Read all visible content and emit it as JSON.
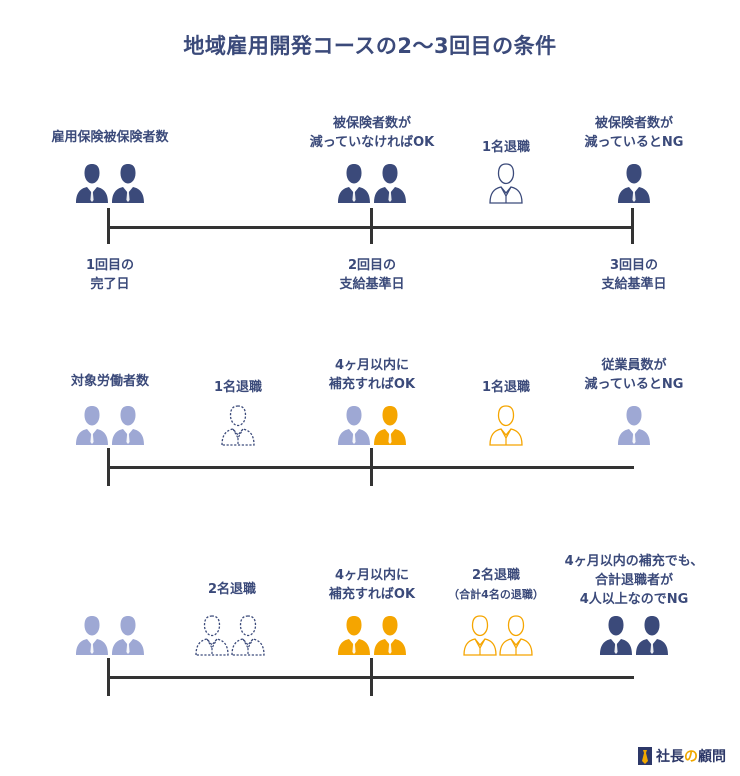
{
  "title": "地域雇用開発コースの2〜3回目の条件",
  "colors": {
    "navy": "#3b4a7a",
    "light": "#9ea8d4",
    "orange": "#f5a500",
    "line": "#333333"
  },
  "row1": {
    "labels": [
      {
        "lines": [
          "雇用保険被保険者数"
        ]
      },
      {
        "lines": [
          "被保険者数が",
          "減っていなければOK"
        ]
      },
      {
        "lines": [
          "1名退職"
        ]
      },
      {
        "lines": [
          "被保険者数が",
          "減っているとNG"
        ]
      }
    ],
    "bottom_labels": [
      {
        "lines": [
          "1回目の",
          "完了日"
        ]
      },
      {
        "lines": [
          "2回目の",
          "支給基準日"
        ]
      },
      {
        "lines": [
          "3回目の",
          "支給基準日"
        ]
      }
    ]
  },
  "row2": {
    "labels": [
      {
        "lines": [
          "対象労働者数"
        ]
      },
      {
        "lines": [
          "1名退職"
        ]
      },
      {
        "lines": [
          "4ヶ月以内に",
          "補充すればOK"
        ]
      },
      {
        "lines": [
          "1名退職"
        ]
      },
      {
        "lines": [
          "従業員数が",
          "減っているとNG"
        ]
      }
    ]
  },
  "row3": {
    "labels": [
      {
        "lines": [
          "2名退職"
        ]
      },
      {
        "lines": [
          "4ヶ月以内に",
          "補充すればOK"
        ]
      },
      {
        "lines": [
          "2名退職"
        ],
        "sub": "（合計4名の退職）"
      },
      {
        "lines": [
          "4ヶ月以内の補充でも、",
          "合計退職者が",
          "4人以上なのでNG"
        ]
      }
    ]
  },
  "logo": {
    "part1": "社長",
    "part2": "の",
    "part3": "顧問"
  }
}
